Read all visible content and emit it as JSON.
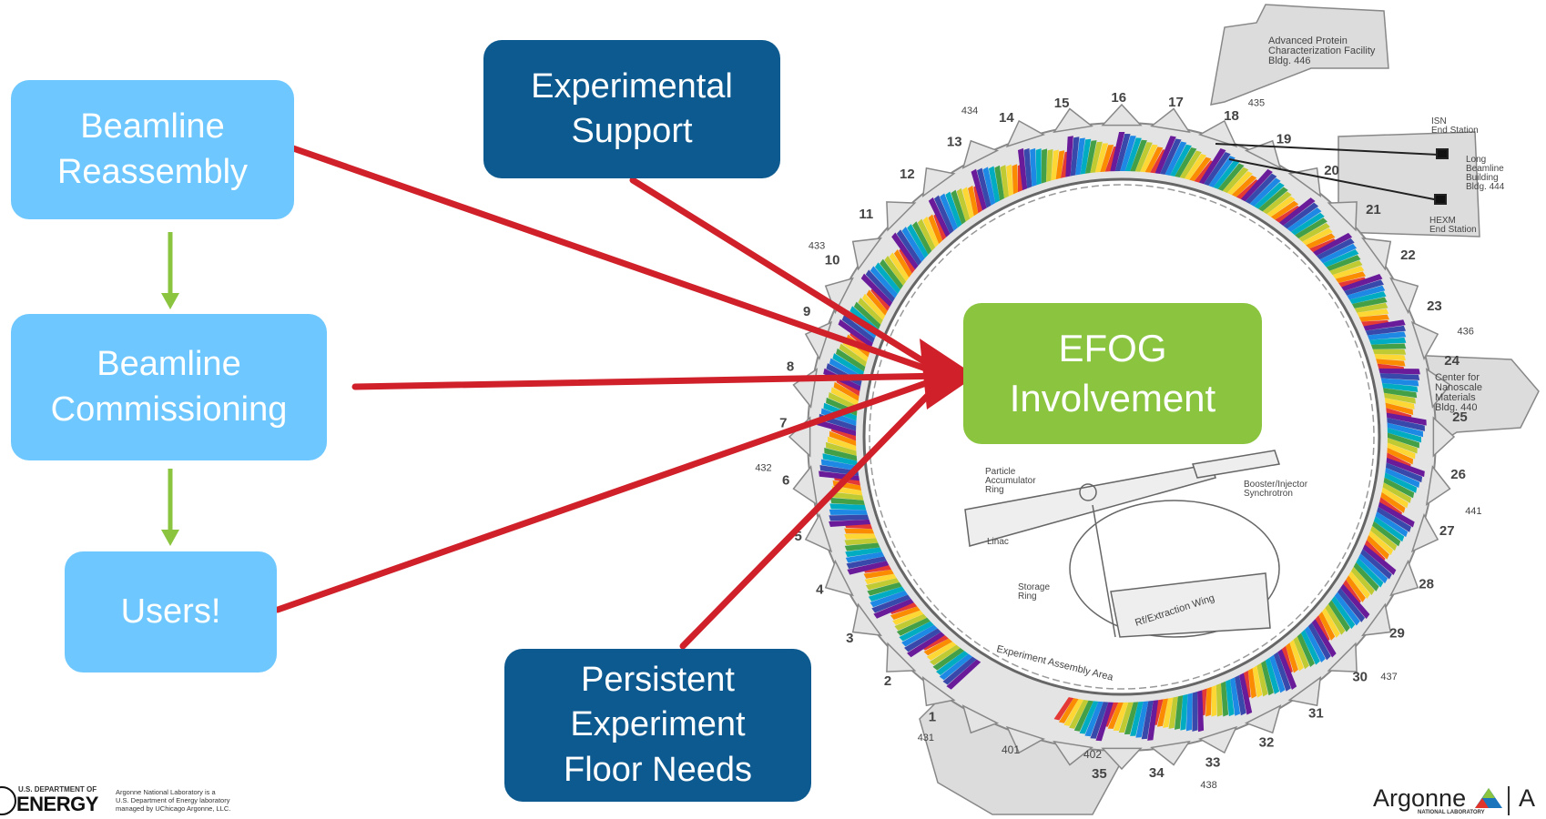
{
  "boxes": {
    "beamline_reassembly": "Beamline\nReassembly",
    "beamline_commissioning": "Beamline\nCommissioning",
    "users": "Users!",
    "experimental_support": "Experimental\nSupport",
    "persistent_needs": "Persistent\nExperiment\nFloor Needs",
    "efog": "EFOG\nInvolvement"
  },
  "map": {
    "sectors": [
      "1",
      "2",
      "3",
      "4",
      "5",
      "6",
      "7",
      "8",
      "9",
      "10",
      "11",
      "12",
      "13",
      "14",
      "15",
      "16",
      "17",
      "18",
      "19",
      "20",
      "21",
      "22",
      "23",
      "24",
      "25",
      "26",
      "27",
      "28",
      "29",
      "30",
      "31",
      "32",
      "33",
      "34",
      "35"
    ],
    "buildings": [
      "431",
      "432",
      "433",
      "434",
      "435",
      "436",
      "441",
      "437",
      "438",
      "401",
      "402"
    ],
    "apcf": "Advanced Protein\nCharacterization Facility\nBldg. 446",
    "isn": "ISN\nEnd Station",
    "lbb": "Long\nBeamline\nBuilding\nBldg. 444",
    "hexm": "HEXM\nEnd Station",
    "cnm": "Center for\nNanoscale\nMaterials\nBldg. 440",
    "par": "Particle\nAccumulator\nRing",
    "booster": "Booster/Injector\nSynchrotron",
    "linac": "Linac",
    "storage": "Storage\nRing",
    "rf": "Rf/Extraction Wing",
    "eaa": "Experiment Assembly Area"
  },
  "footer": {
    "doe_dept": "U.S. DEPARTMENT OF",
    "doe_energy": "ENERGY",
    "doe_note": "Argonne National Laboratory is a\nU.S. Department of Energy laboratory\nmanaged by UChicago Argonne, LLC.",
    "argonne": "Argonne",
    "argonne_sub": "NATIONAL LABORATORY",
    "cut_letter": "A"
  },
  "colors": {
    "light_box": "#6ec8ff",
    "dark_box": "#0c5a8f",
    "green_box": "#8bc540",
    "red_arrow": "#d0202a",
    "green_arrow": "#8bc540"
  }
}
